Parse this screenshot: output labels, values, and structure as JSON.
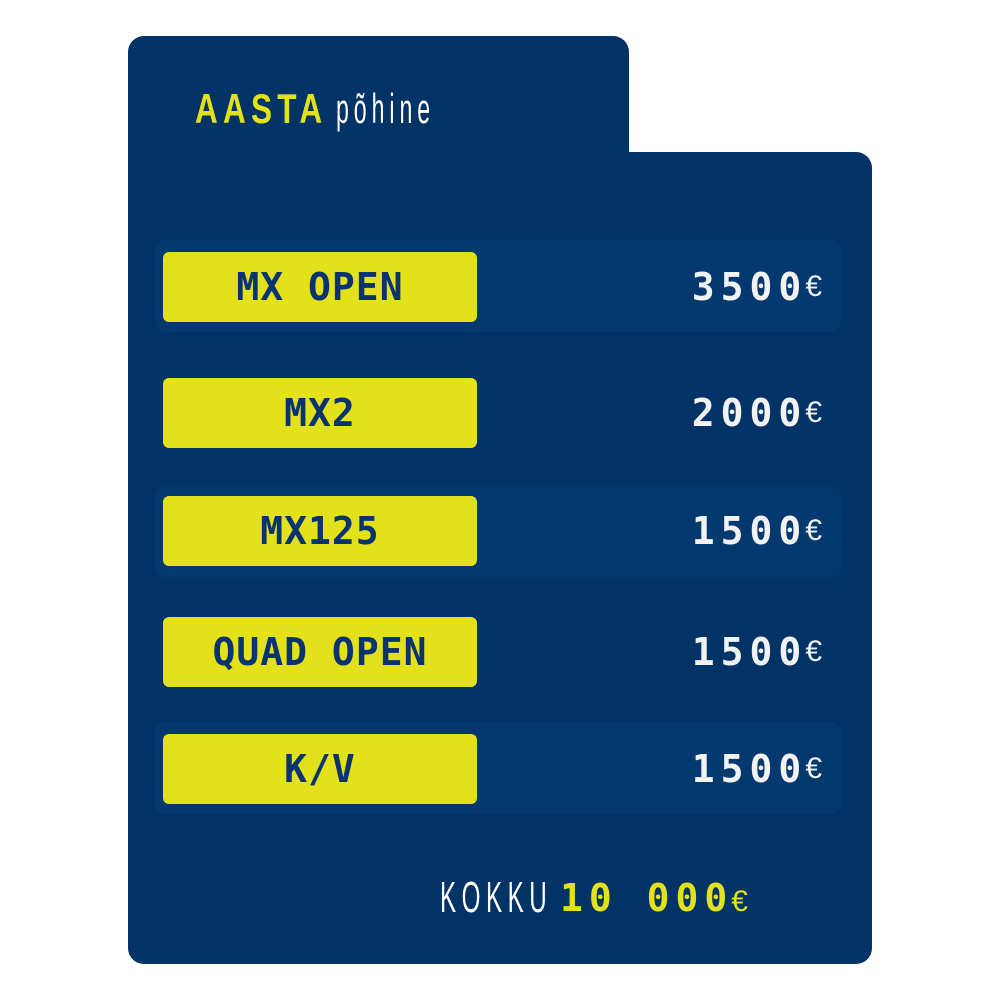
{
  "header": {
    "title_bold": "AASTA",
    "title_light": "põhine"
  },
  "rows": [
    {
      "category": "MX OPEN",
      "amount": "3500",
      "currency": "€"
    },
    {
      "category": "MX2",
      "amount": "2000",
      "currency": "€"
    },
    {
      "category": "MX125",
      "amount": "1500",
      "currency": "€"
    },
    {
      "category": "QUAD OPEN",
      "amount": "1500",
      "currency": "€"
    },
    {
      "category": "K/V",
      "amount": "1500",
      "currency": "€"
    }
  ],
  "total": {
    "label": "KOKKU",
    "amount": "10 000",
    "currency": "€"
  },
  "colors": {
    "background": "#013366",
    "accent": "#e3e21a",
    "text": "#ffffff"
  }
}
